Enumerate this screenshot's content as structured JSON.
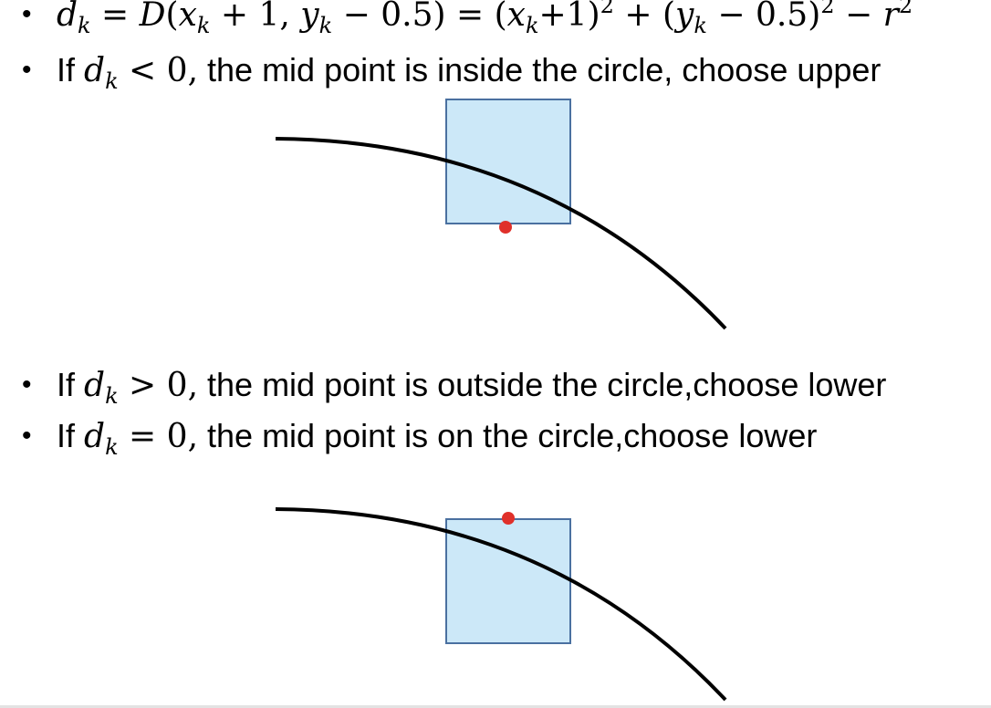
{
  "bullets": {
    "formula": {
      "d": "d",
      "k": "k",
      "eq": " = ",
      "D": "D",
      "open": "(",
      "x": "x",
      "plus1": " + 1, ",
      "y": "y",
      "minus05": " − 0.5",
      "close": ")",
      "eq2": " = (",
      "x2": "x",
      "plus1b": "+1)",
      "sq": "2",
      "plus": " + (",
      "y2": "y",
      "minus05b": " − 0.5)",
      "sq2": "2",
      "minus": " − ",
      "r": "r",
      "sq3": "2"
    },
    "inside": {
      "if": "If ",
      "d": "d",
      "k": "k",
      "op": " < 0,",
      "text": " the mid point is inside the circle, choose upper"
    },
    "outside": {
      "if": "If ",
      "d": "d",
      "k": "k",
      "op": " > 0,",
      "text": " the mid point is outside the circle,choose lower"
    },
    "on": {
      "if": "If ",
      "d": "d",
      "k": "k",
      "op": " = 0,",
      "text": " the mid point is on the circle,choose lower"
    }
  },
  "colors": {
    "pixel_fill": "#cce8f8",
    "pixel_stroke": "#4a70a0",
    "midpoint": "#e0302a",
    "curve": "#000000"
  }
}
